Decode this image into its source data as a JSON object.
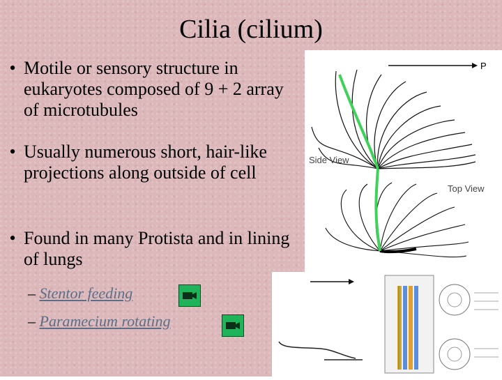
{
  "slide": {
    "title": "Cilia (cilium)",
    "bullets": [
      {
        "marker": "•",
        "text": "Motile or sensory structure in eukaryotes composed of 9 + 2 array of microtubules"
      },
      {
        "marker": "•",
        "text": "Usually numerous short, hair-like projections along outside of cell"
      },
      {
        "marker": "•",
        "text": "Found in many Protista and in lining of lungs"
      }
    ],
    "links": [
      {
        "dash": "–",
        "text": "Stentor feeding",
        "icon": "video-camera-icon"
      },
      {
        "dash": "–",
        "text": "Paramecium rotating",
        "icon": "video-camera-icon"
      }
    ],
    "figure_top": {
      "side_view_label": "Side View",
      "top_view_label": "Top View",
      "arrow_label": "P"
    },
    "colors": {
      "background": "#dcb8bb",
      "link": "#5c6e86",
      "video_icon": "#1fb35a",
      "highlight_stroke": "#3fd158"
    }
  }
}
